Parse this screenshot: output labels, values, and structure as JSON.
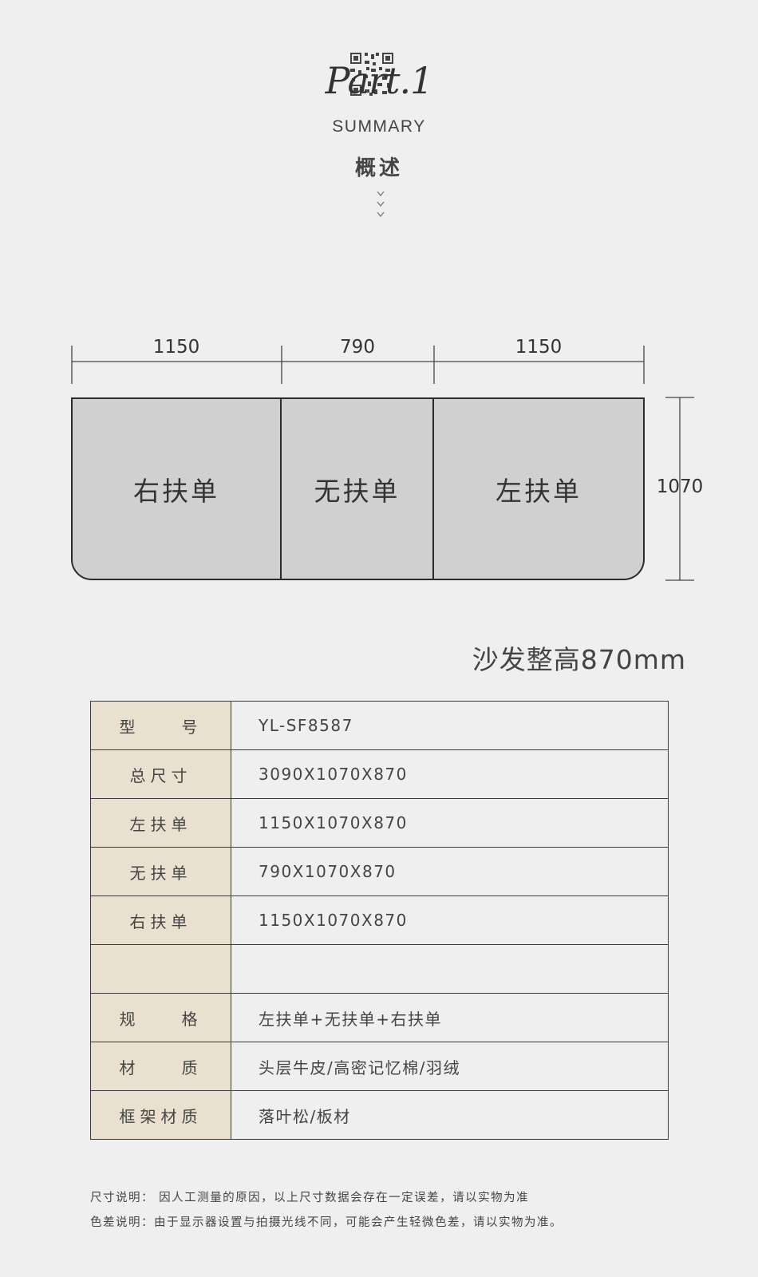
{
  "header": {
    "part_title": "Part.1",
    "summary_label": "SUMMARY",
    "section_title": "概述",
    "icons": [
      "qr-code-icon",
      "down-arrows-icon"
    ]
  },
  "diagram": {
    "widths": [
      "1150",
      "790",
      "1150"
    ],
    "depth": "1070",
    "segments": [
      "右扶单",
      "无扶单",
      "左扶单"
    ],
    "height_note": "沙发整高870mm"
  },
  "specs": [
    {
      "label": "型　　号",
      "value": "YL-SF8587"
    },
    {
      "label": "总尺寸",
      "value": "3090X1070X870"
    },
    {
      "label": "左扶单",
      "value": "1150X1070X870"
    },
    {
      "label": "无扶单",
      "value": "790X1070X870"
    },
    {
      "label": "右扶单",
      "value": "1150X1070X870"
    },
    {
      "label": "",
      "value": ""
    },
    {
      "label": "规　　格",
      "value": "左扶单+无扶单+右扶单"
    },
    {
      "label": "材　　质",
      "value": "头层牛皮/高密记忆棉/羽绒"
    },
    {
      "label": "框架材质",
      "value": "落叶松/板材"
    }
  ],
  "notes": [
    "尺寸说明： 因人工测量的原因，以上尺寸数据会存在一定误差，请以实物为准",
    "色差说明：由于显示器设置与拍摄光线不同，可能会产生轻微色差，请以实物为准。"
  ]
}
